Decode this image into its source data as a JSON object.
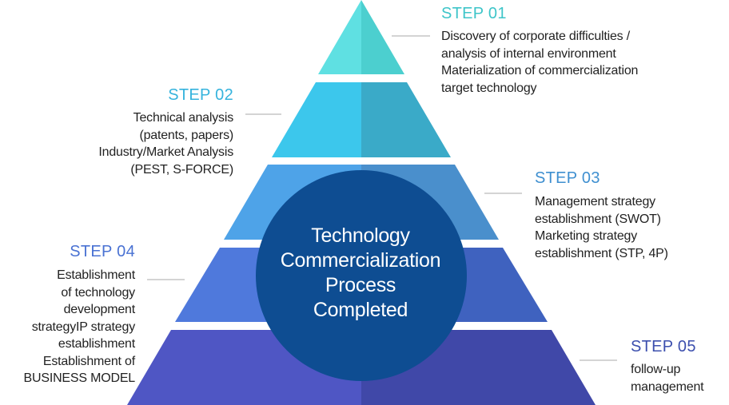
{
  "center": {
    "lines": [
      "Technology",
      "Commercialization",
      "Process",
      "Completed"
    ]
  },
  "steps": [
    {
      "title": "STEP 01",
      "lines": [
        "Discovery of corporate difficulties /",
        "analysis of internal environment",
        "Materialization of commercialization",
        "target technology"
      ],
      "color": "#3ec5c9"
    },
    {
      "title": "STEP 02",
      "lines": [
        "Technical analysis",
        "(patents, papers)",
        "Industry/Market Analysis",
        "(PEST, S-FORCE)"
      ],
      "color": "#35b3dd"
    },
    {
      "title": "STEP 03",
      "lines": [
        "Management strategy",
        "establishment (SWOT)",
        "Marketing strategy",
        "establishment (STP, 4P)"
      ],
      "color": "#3e8fd0"
    },
    {
      "title": "STEP 04",
      "lines": [
        "Establishment",
        "of technology",
        "development",
        "strategyIP strategy",
        "establishment",
        "Establishment of",
        "BUSINESS MODEL"
      ],
      "color": "#4a72d3"
    },
    {
      "title": "STEP 05",
      "lines": [
        "follow-up",
        "management"
      ],
      "color": "#3c4fae"
    }
  ],
  "colors": {
    "tier1_left": "#5fe0e2",
    "tier1_right": "#4ccfcf",
    "tier2_left": "#3cc7ec",
    "tier2_right": "#3aaac8",
    "tier3_left": "#4ea3e8",
    "tier3_right": "#4a8fcc",
    "tier4_left": "#4f79dc",
    "tier4_right": "#3f62bf",
    "tier5_left": "#4f56c4",
    "tier5_right": "#4048a8",
    "circle": "#0e4d92",
    "connector": "#aaaaaa"
  }
}
